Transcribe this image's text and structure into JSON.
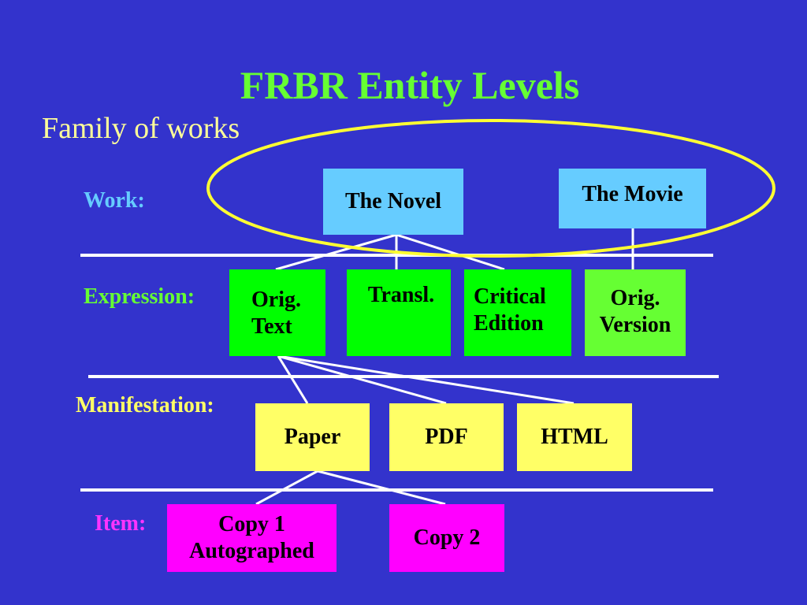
{
  "title": "FRBR Entity Levels",
  "subtitle": "Family of works",
  "levels": {
    "work": "Work:",
    "expression": "Expression:",
    "manifestation": "Manifestation:",
    "item": "Item:"
  },
  "work": {
    "novel": "The Novel",
    "movie": "The Movie"
  },
  "expression": {
    "orig_text": "Orig.\nText",
    "transl": "Transl.",
    "critical": "Critical\nEdition",
    "orig_version": "Orig.\nVersion"
  },
  "manifestation": {
    "paper": "Paper",
    "pdf": "PDF",
    "html": "HTML"
  },
  "item": {
    "copy1": "Copy 1\nAutographed",
    "copy2": "Copy 2"
  },
  "colors": {
    "background": "#3333cc",
    "title": "#66ff33",
    "subtitle": "#ffff99",
    "work_label": "#66ccff",
    "expression_label": "#66ff33",
    "manifestation_label": "#ffff66",
    "item_label": "#ff33ff",
    "work_box": "#66ccff",
    "expression_box": "#00ff00",
    "expression_box_alt": "#66ff33",
    "manifestation_box": "#ffff66",
    "item_box": "#ff00ff",
    "ellipse": "#ffff33",
    "lines": "#ffffff"
  }
}
